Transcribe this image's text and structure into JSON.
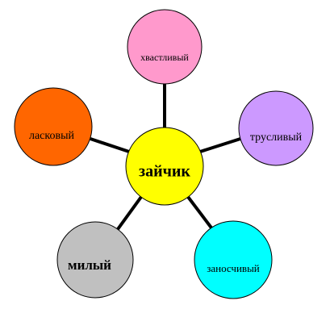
{
  "center": {
    "label": "зайчик",
    "color": "#ffff00"
  },
  "nodes": [
    {
      "id": "top",
      "label": "хвастливый",
      "color": "#ff99cc"
    },
    {
      "id": "right",
      "label": "трусливый",
      "color": "#cc99ff"
    },
    {
      "id": "bottom-right",
      "label": "заносчивый",
      "color": "#00ffff"
    },
    {
      "id": "bottom-left",
      "label": "милый",
      "color": "#c0c0c0"
    },
    {
      "id": "left",
      "label": "ласковый",
      "color": "#ff6600"
    }
  ],
  "connector_color": "#000000",
  "outline_color": "#000000"
}
